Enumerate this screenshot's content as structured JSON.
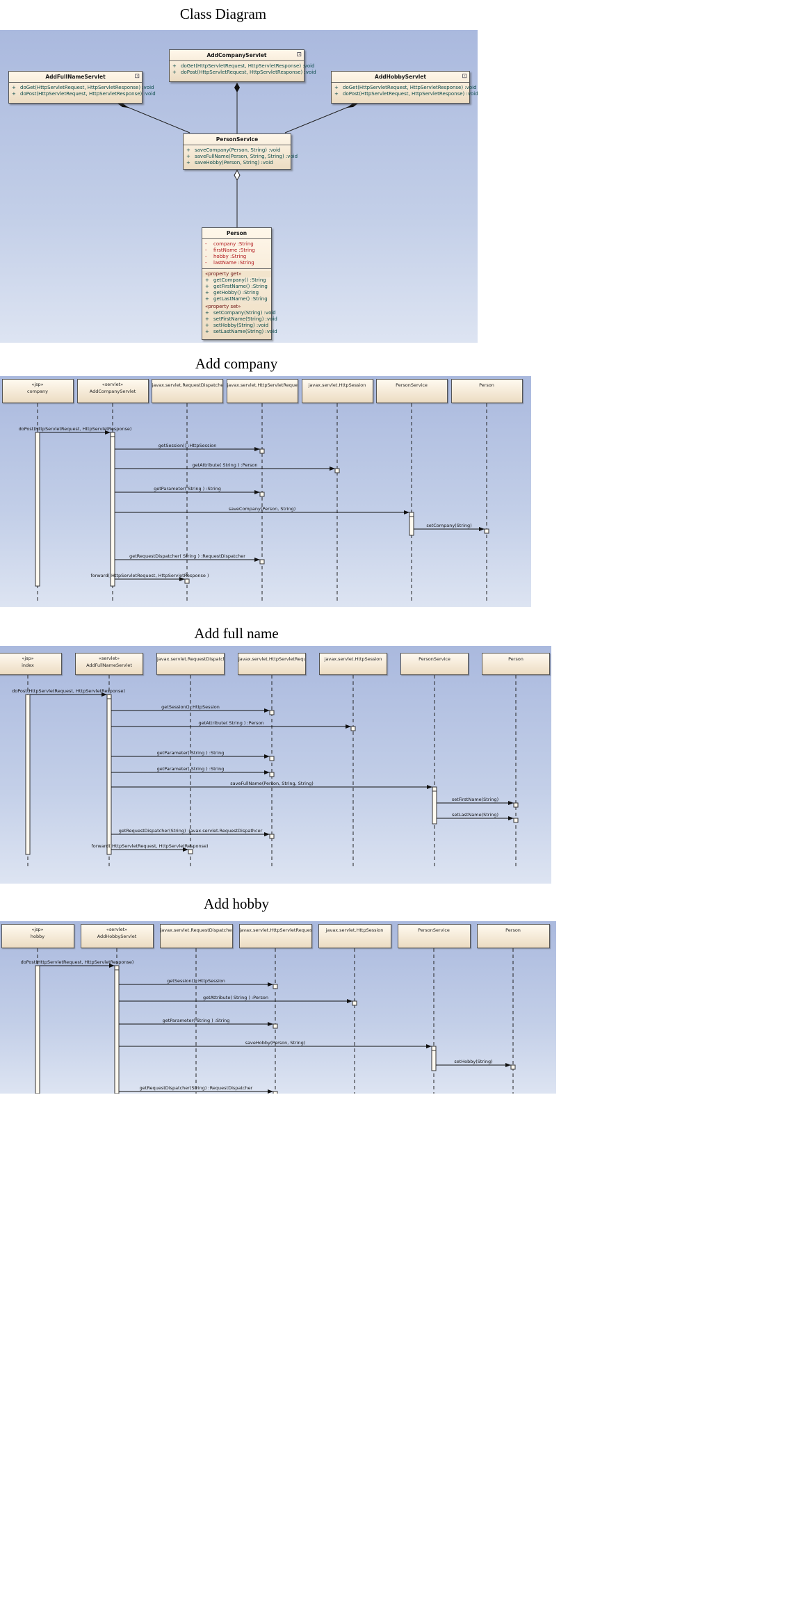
{
  "class_diagram": {
    "title": "Class Diagram",
    "classes": [
      {
        "id": "AddCompanyServlet",
        "name": "AddCompanyServlet",
        "operations": [
          {
            "vis": "+",
            "sig": "doGet(HttpServletRequest, HttpServletResponse)  :void"
          },
          {
            "vis": "+",
            "sig": "doPost(HttpServletRequest, HttpServletResponse)  :void"
          }
        ]
      },
      {
        "id": "AddFullNameServlet",
        "name": "AddFullNameServlet",
        "operations": [
          {
            "vis": "+",
            "sig": "doGet(HttpServletRequest, HttpServletResponse)  :void"
          },
          {
            "vis": "+",
            "sig": "doPost(HttpServletRequest, HttpServletResponse)  :void"
          }
        ]
      },
      {
        "id": "AddHobbyServlet",
        "name": "AddHobbyServlet",
        "operations": [
          {
            "vis": "+",
            "sig": "doGet(HttpServletRequest, HttpServletResponse)  :void"
          },
          {
            "vis": "+",
            "sig": "doPost(HttpServletRequest, HttpServletResponse)  :void"
          }
        ]
      },
      {
        "id": "PersonService",
        "name": "PersonService",
        "operations": [
          {
            "vis": "+",
            "sig": "saveCompany(Person, String)  :void"
          },
          {
            "vis": "+",
            "sig": "saveFullName(Person, String, String)  :void"
          },
          {
            "vis": "+",
            "sig": "saveHobby(Person, String)  :void"
          }
        ]
      },
      {
        "id": "Person",
        "name": "Person",
        "attributes": [
          {
            "vis": "-",
            "sig": "company  :String"
          },
          {
            "vis": "-",
            "sig": "firstName  :String"
          },
          {
            "vis": "-",
            "sig": "hobby  :String"
          },
          {
            "vis": "-",
            "sig": "lastName  :String"
          }
        ],
        "getter_label": "«property get»",
        "getters": [
          {
            "vis": "+",
            "sig": "getCompany()  :String"
          },
          {
            "vis": "+",
            "sig": "getFirstName()  :String"
          },
          {
            "vis": "+",
            "sig": "getHobby()  :String"
          },
          {
            "vis": "+",
            "sig": "getLastName()  :String"
          }
        ],
        "setter_label": "«property set»",
        "setters": [
          {
            "vis": "+",
            "sig": "setCompany(String)  :void"
          },
          {
            "vis": "+",
            "sig": "setFirstName(String)  :void"
          },
          {
            "vis": "+",
            "sig": "setHobby(String)  :void"
          },
          {
            "vis": "+",
            "sig": "setLastName(String)  :void"
          }
        ]
      }
    ]
  },
  "sequences": [
    {
      "id": "company",
      "title": "Add company",
      "lifelines": [
        {
          "stereo": "«jsp»",
          "name": "company"
        },
        {
          "stereo": "«servlet»",
          "name": "AddCompanyServlet"
        },
        {
          "stereo": "",
          "name": "javax.servlet.RequestDispatcher"
        },
        {
          "stereo": "",
          "name": "javax.servlet.HttpServletRequest"
        },
        {
          "stereo": "",
          "name": "javax.servlet.HttpSession"
        },
        {
          "stereo": "",
          "name": "PersonService"
        },
        {
          "stereo": "",
          "name": "Person"
        }
      ],
      "messages": [
        {
          "from": 0,
          "to": 1,
          "label": "doPost(HttpServletRequest, HttpServletResponse)"
        },
        {
          "from": 1,
          "to": 3,
          "label": "getSession() :HttpSession"
        },
        {
          "from": 1,
          "to": 4,
          "label": "getAttribute( String ) :Person"
        },
        {
          "from": 1,
          "to": 3,
          "label": "getParameter( String ) :String"
        },
        {
          "from": 1,
          "to": 5,
          "label": "saveCompany(Person, String)"
        },
        {
          "from": 5,
          "to": 6,
          "label": "setCompany(String)"
        },
        {
          "from": 1,
          "to": 3,
          "label": "getRequestDispatcher( String ) :RequestDispatcher"
        },
        {
          "from": 1,
          "to": 2,
          "label": "forward( HttpServletRequest, HttpServletResponse )"
        }
      ]
    },
    {
      "id": "fullname",
      "title": "Add full name",
      "lifelines": [
        {
          "stereo": "«jsp»",
          "name": "index"
        },
        {
          "stereo": "«servlet»",
          "name": "AddFullNameServlet"
        },
        {
          "stereo": "",
          "name": "javax.servlet.RequestDispatcher"
        },
        {
          "stereo": "",
          "name": "javax.servlet.HttpServletRequest"
        },
        {
          "stereo": "",
          "name": "javax.servlet.HttpSession"
        },
        {
          "stereo": "",
          "name": "PersonService"
        },
        {
          "stereo": "",
          "name": "Person"
        }
      ],
      "messages": [
        {
          "from": 0,
          "to": 1,
          "label": "doPost(HttpServletRequest, HttpServletResponse)"
        },
        {
          "from": 1,
          "to": 3,
          "label": "getSession() :HttpSession"
        },
        {
          "from": 1,
          "to": 4,
          "label": "getAttribute( String ) :Person"
        },
        {
          "from": 1,
          "to": 3,
          "label": "getParameter( String ) :String"
        },
        {
          "from": 1,
          "to": 3,
          "label": "getParameter( String ) :String"
        },
        {
          "from": 1,
          "to": 5,
          "label": "saveFullName(Person, String, String)"
        },
        {
          "from": 5,
          "to": 6,
          "label": "setFirstName(String)"
        },
        {
          "from": 5,
          "to": 6,
          "label": "setLastName(String)"
        },
        {
          "from": 1,
          "to": 3,
          "label": "getRequestDispatcher(String) :javax.servlet.RequestDispathcer"
        },
        {
          "from": 1,
          "to": 2,
          "label": "forward( HttpServletRequest, HttpServletResponse)"
        }
      ]
    },
    {
      "id": "hobby",
      "title": "Add hobby",
      "lifelines": [
        {
          "stereo": "«jsp»",
          "name": "hobby"
        },
        {
          "stereo": "«servlet»",
          "name": "AddHobbyServlet"
        },
        {
          "stereo": "",
          "name": "javax.servlet.RequestDispatcher"
        },
        {
          "stereo": "",
          "name": "javax.servlet.HttpServletRequest"
        },
        {
          "stereo": "",
          "name": "javax.servlet.HttpSession"
        },
        {
          "stereo": "",
          "name": "PersonService"
        },
        {
          "stereo": "",
          "name": "Person"
        }
      ],
      "messages": [
        {
          "from": 0,
          "to": 1,
          "label": "doPost(HttpServletRequest, HttpServletResponse)"
        },
        {
          "from": 1,
          "to": 3,
          "label": "getSession() :HttpSession"
        },
        {
          "from": 1,
          "to": 4,
          "label": "getAttribute( String ) :Person"
        },
        {
          "from": 1,
          "to": 3,
          "label": "getParameter( String ) :String"
        },
        {
          "from": 1,
          "to": 5,
          "label": "saveHobby(Person, String)"
        },
        {
          "from": 5,
          "to": 6,
          "label": "setHobby(String)"
        },
        {
          "from": 1,
          "to": 3,
          "label": "getRequestDispatcher(String) :RequestDispatcher"
        }
      ]
    }
  ]
}
